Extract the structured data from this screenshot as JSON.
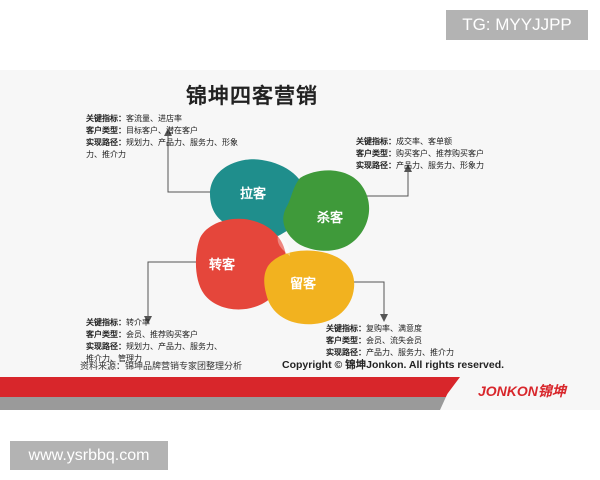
{
  "watermarks": {
    "top_right": "TG: MYYJJPP",
    "bottom_left": "www.ysrbbq.com"
  },
  "diagram": {
    "title": "锦坤四客营销",
    "petals": {
      "lake": {
        "label": "拉客",
        "color": "#1f8e8c"
      },
      "sha": {
        "label": "杀客",
        "color": "#3f9a3a"
      },
      "zhuan": {
        "label": "转客",
        "color": "#e5463b"
      },
      "liu": {
        "label": "留客",
        "color": "#f2b21f"
      }
    },
    "notes": {
      "lake": {
        "key1": "关键指标：",
        "val1": "客流量、进店率",
        "key2": "客户类型：",
        "val2": "目标客户、潜在客户",
        "key3": "实现路径：",
        "val3": "规划力、产品力、服务力、形象",
        "cont3": "力、推介力"
      },
      "sha": {
        "key1": "关键指标：",
        "val1": "成交率、客单额",
        "key2": "客户类型：",
        "val2": "购买客户、推荐购买客户",
        "key3": "实现路径：",
        "val3": "产品力、服务力、形象力"
      },
      "zhuan": {
        "key1": "关键指标：",
        "val1": "转介率",
        "key2": "客户类型：",
        "val2": "会员、推荐购买客户",
        "key3": "实现路径：",
        "val3": "规划力、产品力、服务力、",
        "cont3": "推介力、管理力"
      },
      "liu": {
        "key1": "关键指标：",
        "val1": "复购率、满意度",
        "key2": "客户类型：",
        "val2": "会员、流失会员",
        "key3": "实现路径：",
        "val3": "产品力、服务力、推介力"
      }
    },
    "source": "资料来源：锦坤品牌营销专家团整理分析",
    "copyright": "Copyright © 锦坤Jonkon. All rights reserved.",
    "brand": "JONKON锦坤",
    "colors": {
      "stripe_red": "#d8262b",
      "stripe_gray": "#9a9a9a",
      "connector": "#555555"
    }
  }
}
